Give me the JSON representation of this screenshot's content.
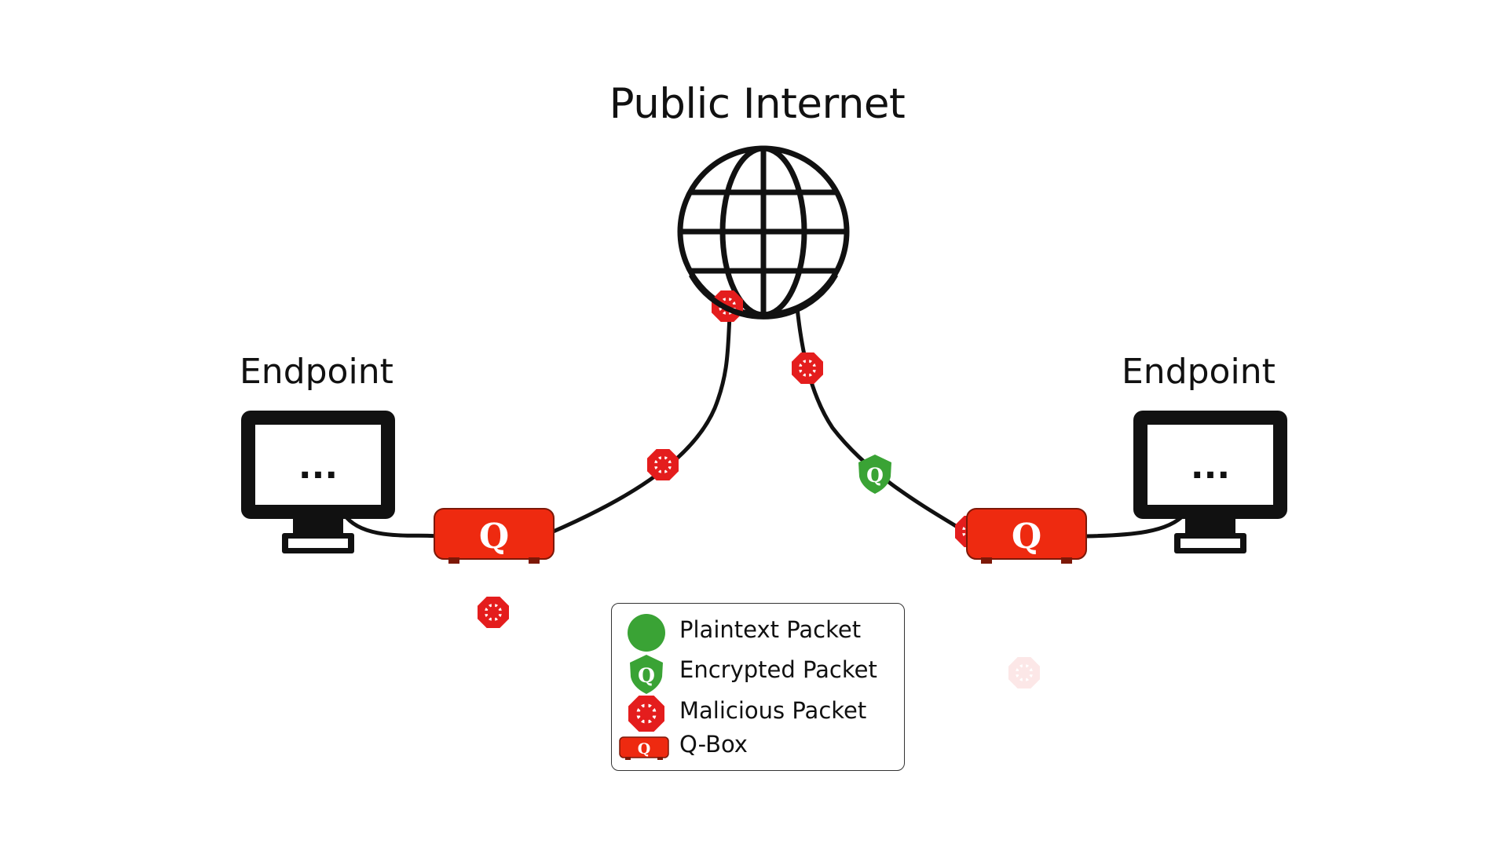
{
  "title": "Public Internet",
  "endpoints": [
    {
      "label": "Endpoint",
      "screen_text": "..."
    },
    {
      "label": "Endpoint",
      "screen_text": "..."
    }
  ],
  "qbox_letter": "Q",
  "legend": {
    "items": [
      {
        "label": "Plaintext Packet",
        "icon": "plaintext-packet-icon"
      },
      {
        "label": "Encrypted Packet",
        "icon": "encrypted-packet-icon"
      },
      {
        "label": "Malicious Packet",
        "icon": "malicious-packet-icon"
      },
      {
        "label": "Q-Box",
        "icon": "qbox-icon"
      }
    ]
  },
  "colors": {
    "qbox_red": "#ee2a10",
    "malicious_red": "#e41d1d",
    "encrypted_green": "#3aa335",
    "line": "#111111"
  }
}
